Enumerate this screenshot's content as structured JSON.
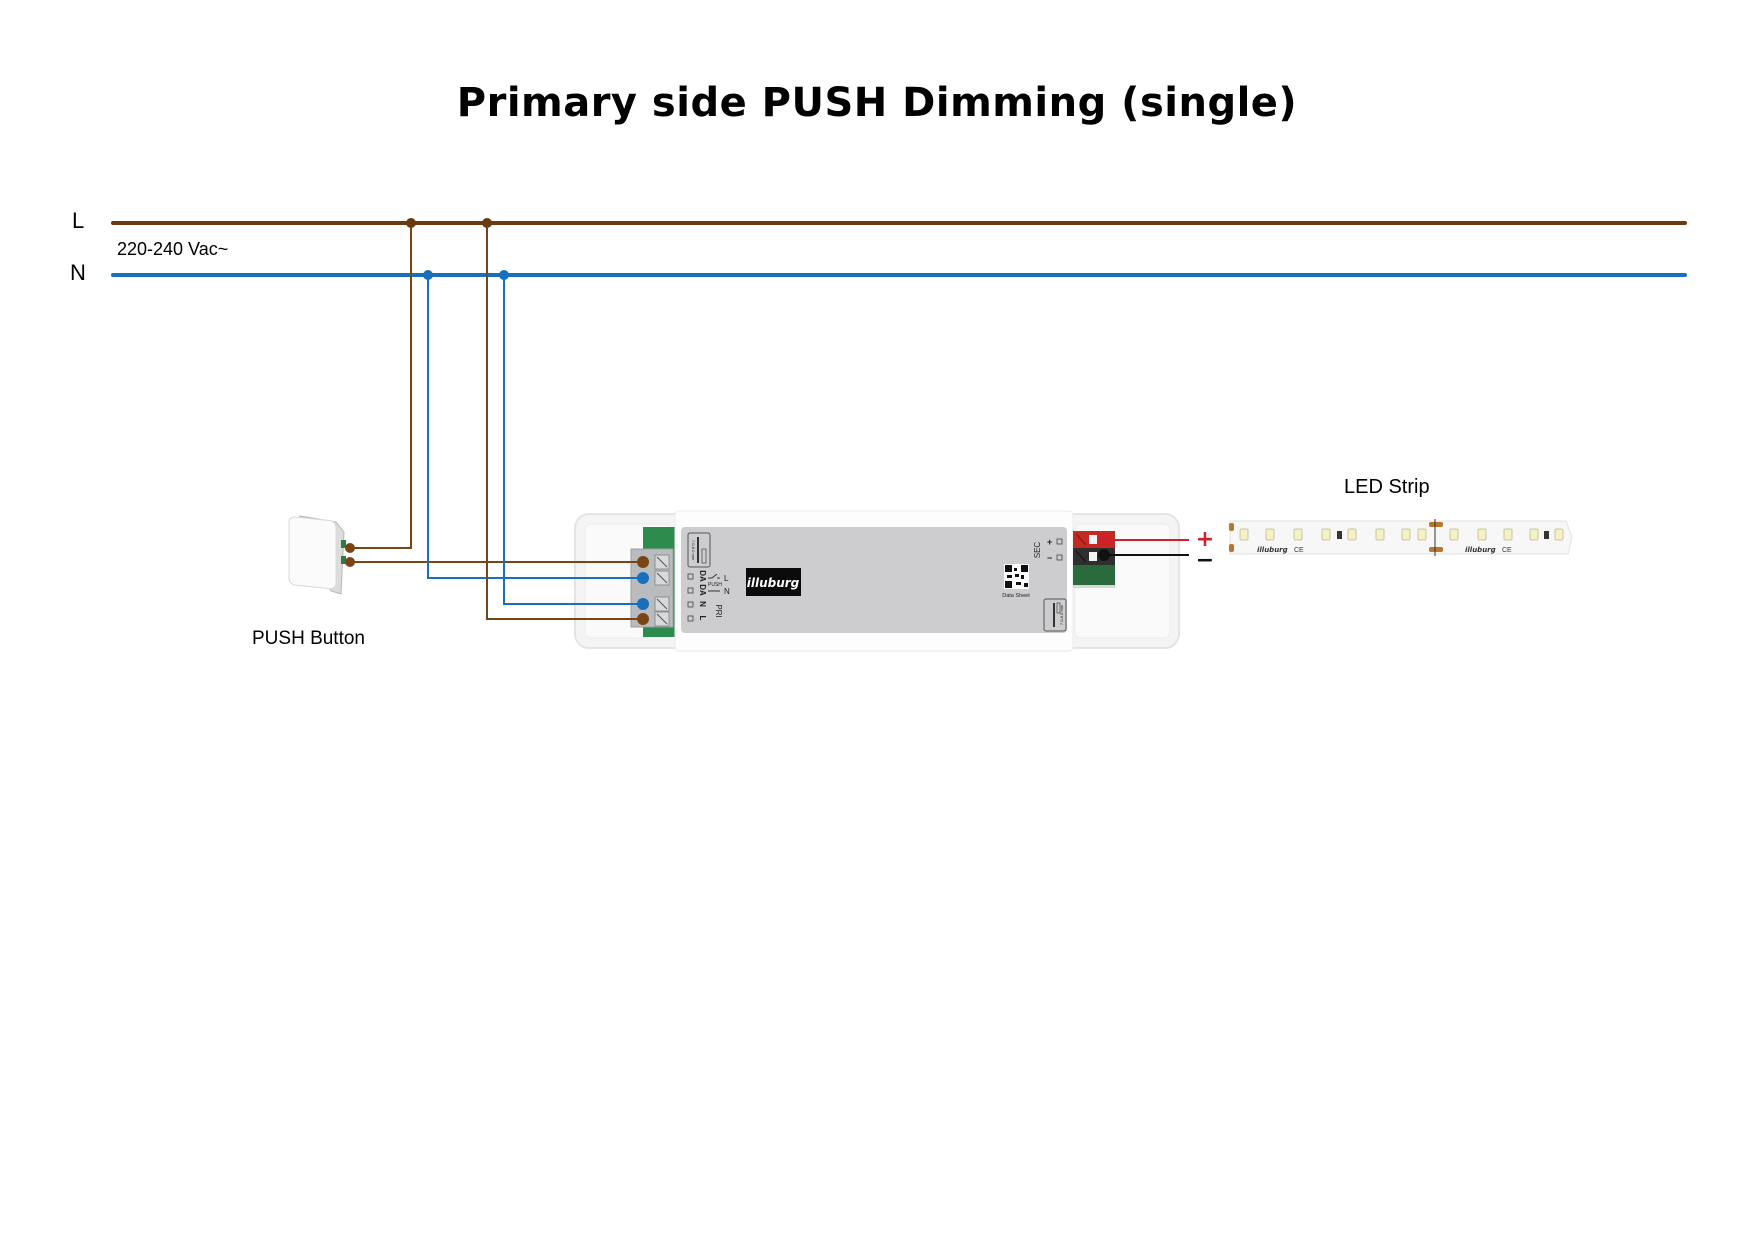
{
  "title": "Primary side PUSH Dimming (single)",
  "mains": {
    "line_label": "L",
    "neutral_label": "N",
    "voltage_label": "220-240 Vac~",
    "line_color": "#6b3a0e",
    "neutral_color": "#1a6fbc"
  },
  "push_button": {
    "label": "PUSH Button"
  },
  "driver": {
    "brand": "illuburg",
    "terminal_labels": {
      "da1": "DA",
      "da2": "DA",
      "n": "N",
      "l": "L",
      "push": "PUSH",
      "push_l": "L",
      "push_n": "N",
      "pri": "PRI",
      "sec": "SEC",
      "sec_plus": "+",
      "sec_minus": "−"
    },
    "qr_caption": "Data Sheet",
    "strip_length_left": "7.0-8.0 mm",
    "strip_length_right": "7.0-8.0 mm"
  },
  "output": {
    "plus_sign": "+",
    "minus_sign": "−",
    "plus_color": "#d0202e",
    "minus_color": "#111111"
  },
  "led_strip": {
    "label": "LED Strip",
    "print_brand": "illuburg",
    "print_ce": "CE"
  }
}
